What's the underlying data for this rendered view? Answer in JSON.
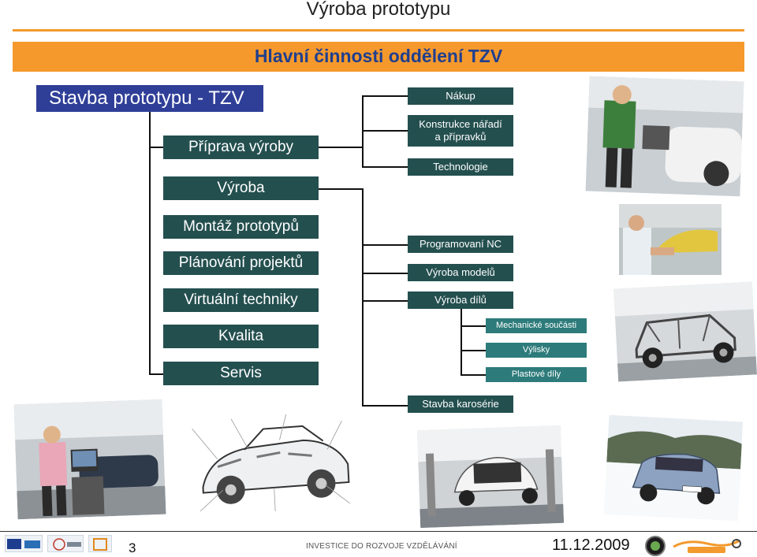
{
  "slide": {
    "title": "Výroba prototypu",
    "heading": "Hlavní činnosti oddělení TZV",
    "root_label": "Stavba prototypu - TZV"
  },
  "left_column": [
    "Příprava výroby",
    "Výroba",
    "Montáž prototypů",
    "Plánování projektů",
    "Virtuální techniky",
    "Kvalita",
    "Servis"
  ],
  "preparation_items": [
    "Nákup",
    "Konstrukce nářadí",
    "a přípravků",
    "Technologie"
  ],
  "production_items": [
    "Programovaní NC",
    "Výroba modelů",
    "Výroba dílů",
    "Stavba karosérie"
  ],
  "parts_items": [
    "Mechanické součásti",
    "Výlisky",
    "Plastové díly"
  ],
  "footer": {
    "page_number": "3",
    "center_text": "INVESTICE DO ROZVOJE VZDĚLÁVÁNÍ",
    "date": "11.12.2009"
  },
  "colors": {
    "accent_orange": "#f5992c",
    "heading_blue": "#1f3f8f",
    "root_blue": "#2f3f98",
    "box_dark_teal": "#244f4f",
    "box_light_teal": "#2e7b7b"
  },
  "icons": [
    "esf-logo",
    "msmt-logo",
    "op-logo",
    "skoda-logo",
    "tecaz-logo"
  ]
}
